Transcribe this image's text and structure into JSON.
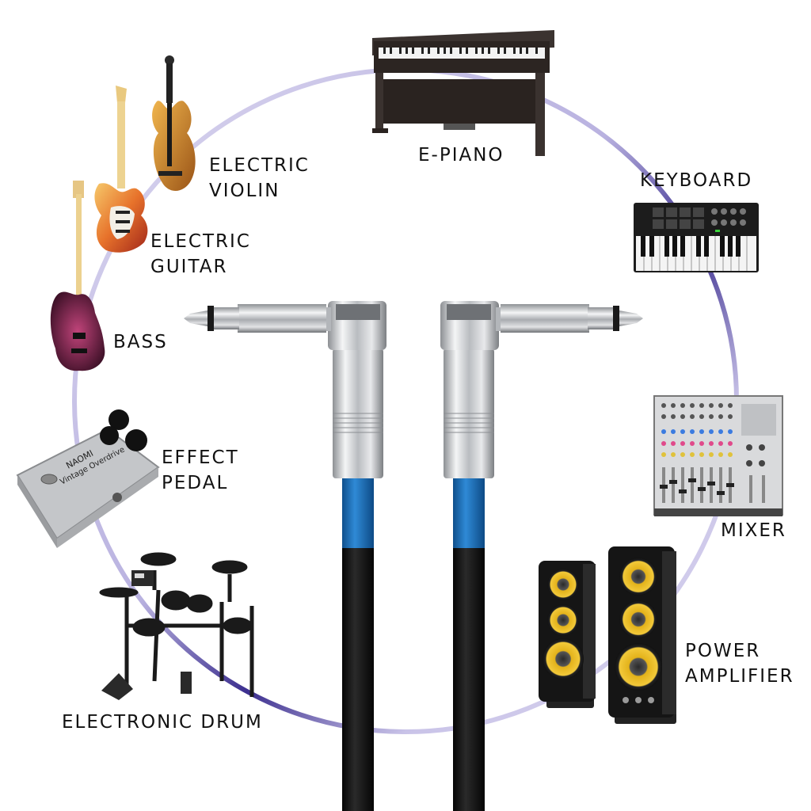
{
  "instruments": {
    "e_piano": "E-PIANO",
    "keyboard": "KEYBOARD",
    "mixer": "MIXER",
    "power_amplifier": [
      "POWER",
      "AMPLIFIER"
    ],
    "electronic_drum": "ELECTRONIC DRUM",
    "effect_pedal": [
      "EFFECT",
      "PEDAL"
    ],
    "bass": "BASS",
    "electric_guitar": [
      "ELECTRIC",
      "GUITAR"
    ],
    "electric_violin": [
      "ELECTRIC",
      "VIOLIN"
    ]
  },
  "pedal_branding": [
    "NAOMI",
    "Vintage Overdrive"
  ],
  "colors": {
    "ring_light": "#d6d2ec",
    "ring_dark": "#3c2f8f",
    "cable_blue": "#1e73bf",
    "cable_black": "#111111",
    "chrome": "#c9cbce"
  }
}
